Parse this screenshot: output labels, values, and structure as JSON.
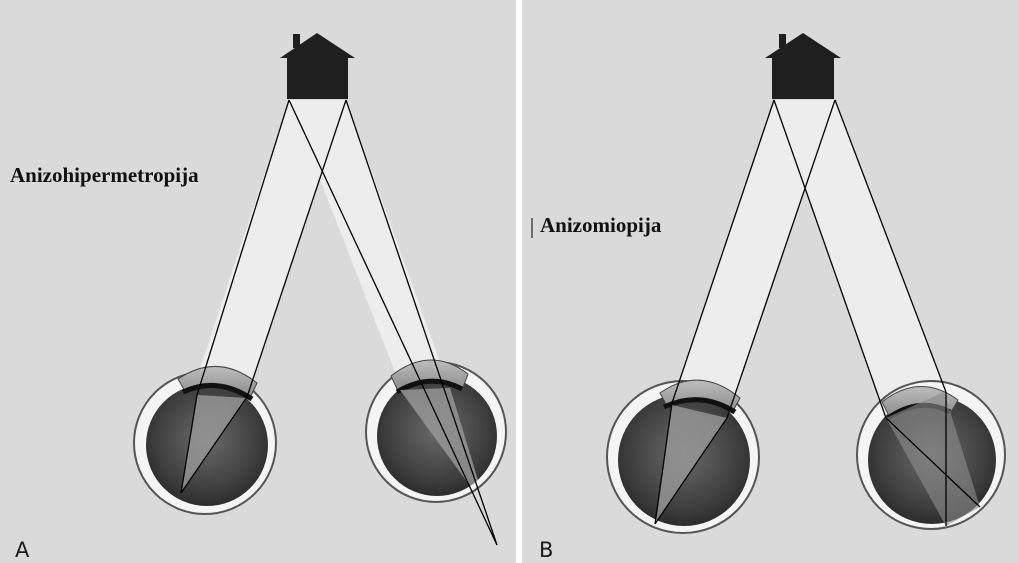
{
  "panels": [
    {
      "letter": "A",
      "condition": "Anizohipermetropija"
    },
    {
      "letter": "B",
      "condition": "Anizomiopija"
    }
  ],
  "colors": {
    "background": "#dcdcdc",
    "divider": "#ffffff",
    "house": "#1f1f1f",
    "beam": "#ececec",
    "ray": "#000000",
    "eye_sclera": "#f2f2f2",
    "eye_interior": "#3c3c3c"
  }
}
